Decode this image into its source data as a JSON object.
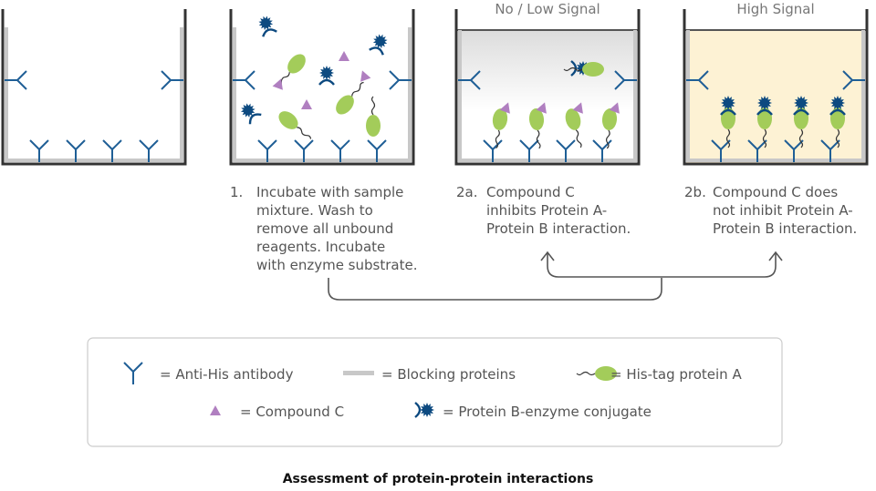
{
  "wells": [
    {
      "header": ""
    },
    {
      "header": ""
    },
    {
      "header": "No / Low Signal"
    },
    {
      "header": "High Signal"
    }
  ],
  "steps": [
    {
      "num": "1.",
      "lines": [
        "Incubate with sample",
        "mixture. Wash to",
        "remove all unbound",
        "reagents. Incubate",
        "with enzyme substrate."
      ]
    },
    {
      "num": "2a.",
      "lines": [
        "Compound C",
        "inhibits Protein A-",
        "Protein B interaction."
      ]
    },
    {
      "num": "2b.",
      "lines": [
        "Compound C does",
        "not inhibit Protein A-",
        "Protein B interaction."
      ]
    }
  ],
  "legend": {
    "antibody": "= Anti-His antibody",
    "blocking": "= Blocking proteins",
    "protein_a": "= His-tag protein A",
    "compound": "= Compound C",
    "conjugate": "= Protein B-enzyme conjugate"
  },
  "title": "Assessment of protein-protein interactions",
  "colors": {
    "antibody": "#1f5f96",
    "enzyme": "#0d4a80",
    "protein": "#a3cc5a",
    "compound": "#b07fc0",
    "high_signal": "#fdf2d4"
  }
}
